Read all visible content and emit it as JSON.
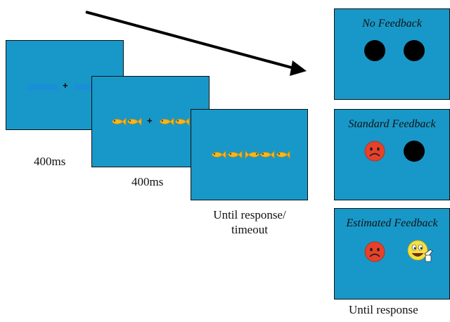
{
  "timeline": {
    "screen1": {
      "fixation": "+",
      "duration": "400ms"
    },
    "screen2": {
      "fixation": "+",
      "duration": "400ms"
    },
    "screen3": {
      "duration_line1": "Until response/",
      "duration_line2": "timeout"
    }
  },
  "feedback": {
    "none": {
      "title": "No Feedback"
    },
    "standard": {
      "title": "Standard Feedback"
    },
    "estimated": {
      "title": "Estimated Feedback"
    },
    "duration": "Until response"
  },
  "colors": {
    "screen_bg": "#1898c8",
    "fish": "#f2b81e",
    "sad_face": "#e8412a",
    "happy_face": "#f5e040"
  }
}
